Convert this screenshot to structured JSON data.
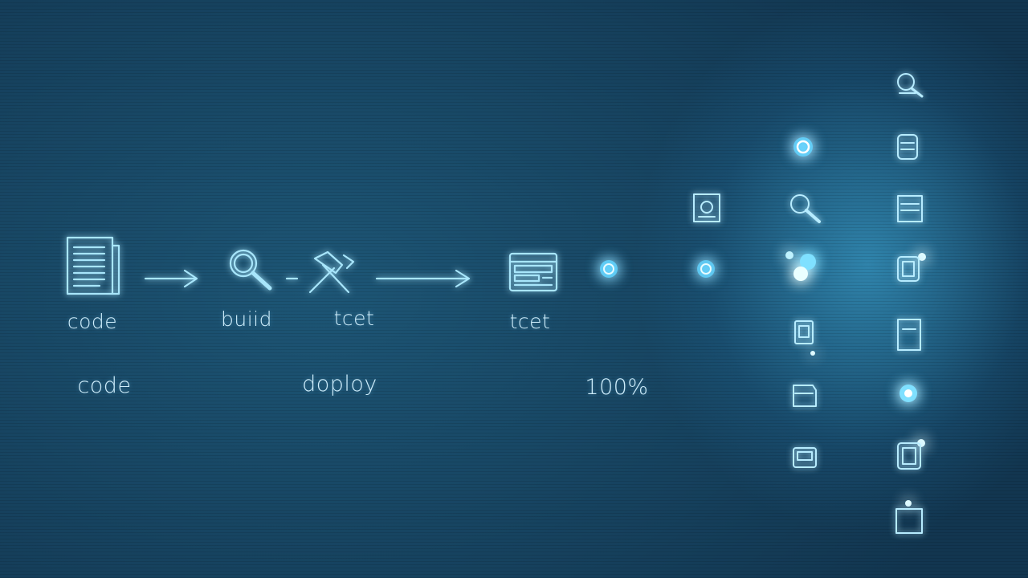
{
  "pipeline": {
    "row1": [
      {
        "label": "code",
        "icon": "document-icon"
      },
      {
        "label": "buiid",
        "icon": "magnifier-icon"
      },
      {
        "label": "tcet",
        "icon": "hammer-wrench-icon"
      },
      {
        "label": "tcet",
        "icon": "test-window-icon"
      }
    ],
    "row2": [
      {
        "label": "code"
      },
      {
        "label": "doploy"
      },
      {
        "label": "100%"
      }
    ]
  },
  "colors": {
    "background": "#1b4f6e",
    "line": "#a8e6fb",
    "glow": "#5fd3ff"
  }
}
